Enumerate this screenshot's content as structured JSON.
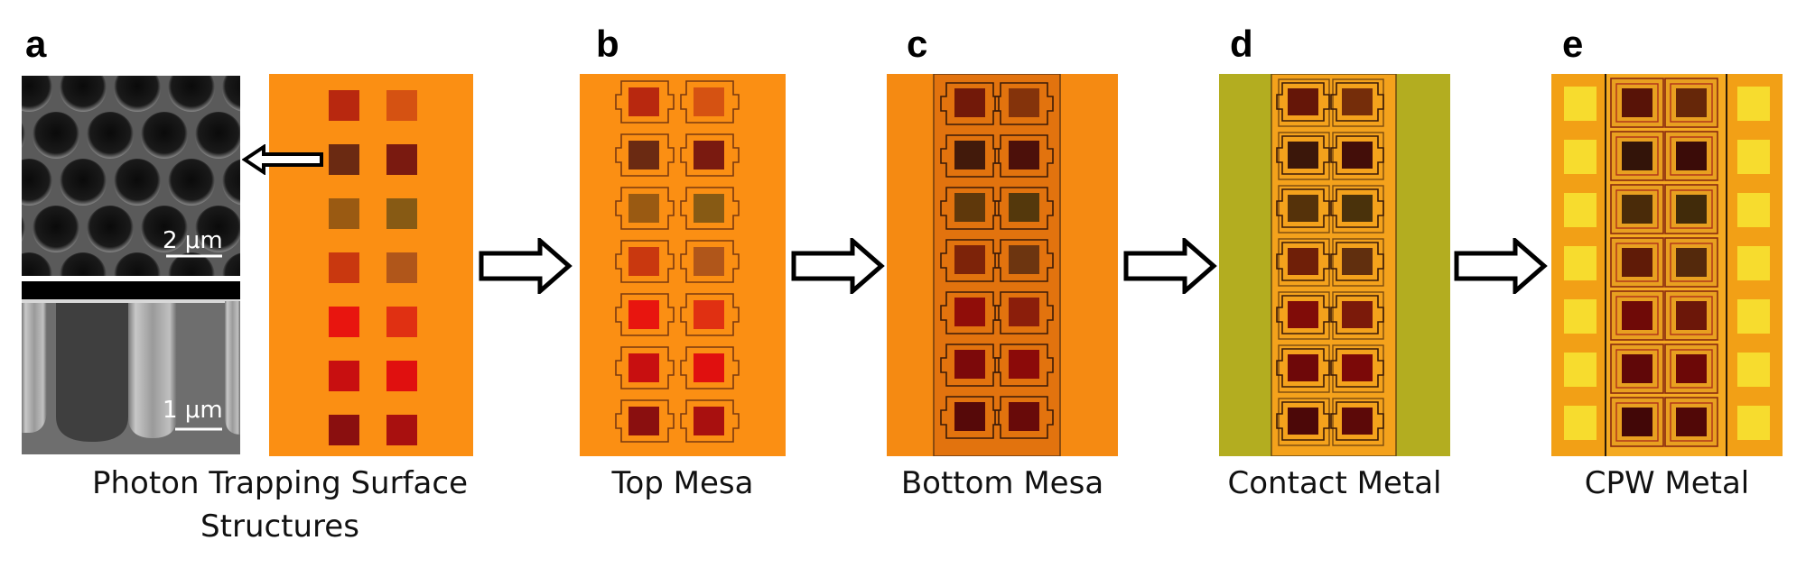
{
  "panels": {
    "a": {
      "letter": "a",
      "caption_line1": "Photon Trapping Surface",
      "caption_line2": "Structures",
      "sem_top_scale": "2 μm",
      "sem_bottom_scale": "1 μm"
    },
    "b": {
      "letter": "b",
      "caption": "Top Mesa"
    },
    "c": {
      "letter": "c",
      "caption": "Bottom Mesa"
    },
    "d": {
      "letter": "d",
      "caption": "Contact Metal"
    },
    "e": {
      "letter": "e",
      "caption": "CPW Metal"
    }
  },
  "colors": {
    "substrate_orange": "#fb8f13",
    "substrate_dark_orange": "#e4780c",
    "contact_green": "#b3ad20",
    "cpw_gold": "#f2c21a",
    "pad_yellow": "#f7e02a",
    "sem_gray": "#3a3a3a"
  },
  "device_pad_colors": {
    "left": [
      "#b8280f",
      "#6b2a12",
      "#9a5a12",
      "#c9380f",
      "#e8150f",
      "#c80f10",
      "#8a0f0f"
    ],
    "right": [
      "#d55212",
      "#7a1a10",
      "#875a14",
      "#b0561a",
      "#e03012",
      "#e0100f",
      "#a8100f"
    ]
  }
}
